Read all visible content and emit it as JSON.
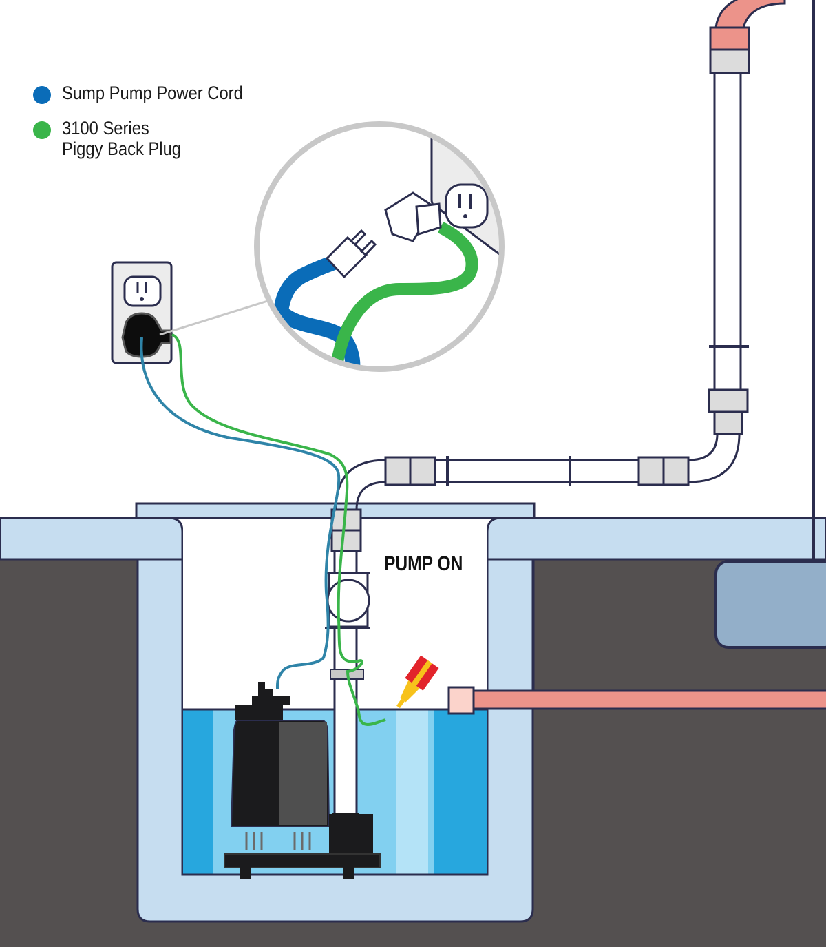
{
  "legend": {
    "items": [
      {
        "label_line1": "Sump Pump Power Cord",
        "label_line2": "",
        "color": "#0a6cb8"
      },
      {
        "label_line1": "3100 Series",
        "label_line2": "Piggy Back Plug",
        "color": "#3ab54a"
      }
    ]
  },
  "status_label": "PUMP ON",
  "colors": {
    "outline": "#2b2d4e",
    "power_cord": "#2f84a8",
    "power_cord_zoom": "#0a6cb8",
    "piggyback_cord": "#3ab54a",
    "ground": "#545050",
    "concrete": "#c6ddf0",
    "water": "#27a7de",
    "water_light": "#82d0f0",
    "copper_pipe": "#ec938a",
    "pvc_fitting": "#dcdcdc",
    "float_red": "#e2242b",
    "float_yellow": "#f7c21b",
    "footing": "#93afc9",
    "pump_dark": "#1b1b1d",
    "pump_grey": "#4f4f4f",
    "zoom_ring": "#c8c8c8"
  }
}
